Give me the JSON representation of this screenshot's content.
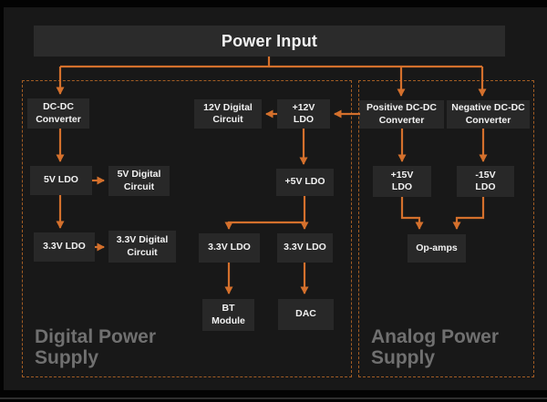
{
  "colors": {
    "background": "#181818",
    "box_bg": "#282828",
    "box_text": "#f2f2f2",
    "arrow": "#d4702c",
    "dashed_border": "#a35d24",
    "region_label": "#707070"
  },
  "regions": {
    "digital": {
      "label": "Digital Power Supply"
    },
    "analog": {
      "label": "Analog Power Supply"
    }
  },
  "nodes": {
    "power_input": {
      "label": "Power Input"
    },
    "dcdc_converter": {
      "label": "DC-DC\nConverter"
    },
    "ldo_5v": {
      "label": "5V LDO"
    },
    "circuit_5v": {
      "label": "5V Digital\nCircuit"
    },
    "ldo_3v3": {
      "label": "3.3V LDO"
    },
    "circuit_3v3": {
      "label": "3.3V Digital\nCircuit"
    },
    "circuit_12v": {
      "label": "12V Digital\nCircuit"
    },
    "ldo_12v": {
      "label": "+12V\nLDO"
    },
    "ldo_5v_mid": {
      "label": "+5V LDO"
    },
    "ldo_3v3_a": {
      "label": "3.3V LDO"
    },
    "ldo_3v3_b": {
      "label": "3.3V LDO"
    },
    "bt_module": {
      "label": "BT\nModule"
    },
    "dac": {
      "label": "DAC"
    },
    "pos_dcdc": {
      "label": "Positive DC-DC\nConverter"
    },
    "neg_dcdc": {
      "label": "Negative DC-DC\nConverter"
    },
    "ldo_p15v": {
      "label": "+15V\nLDO"
    },
    "ldo_n15v": {
      "label": "-15V\nLDO"
    },
    "op_amps": {
      "label": "Op-amps"
    }
  }
}
